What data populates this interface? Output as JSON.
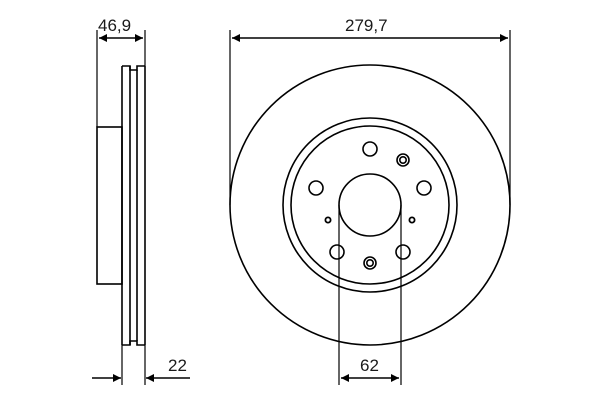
{
  "diagram": {
    "type": "brake-disc-technical-drawing",
    "dimensions": {
      "thickness": "46,9",
      "outer_diameter": "279,7",
      "min_thickness": "22",
      "center_bore": "62"
    },
    "colors": {
      "line": "#000000",
      "background": "#ffffff"
    }
  }
}
